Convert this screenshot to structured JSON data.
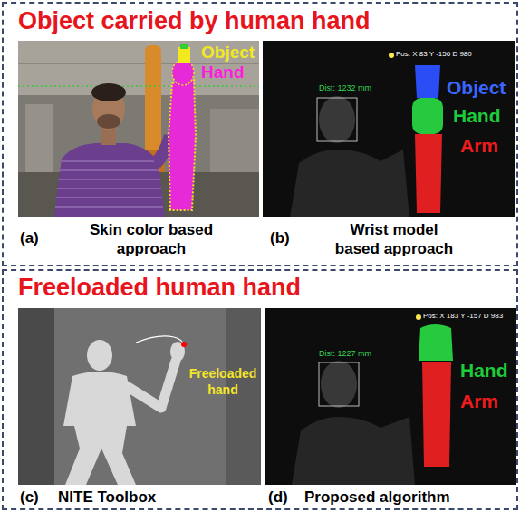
{
  "diagram": {
    "nodes": [
      {
        "text": [
          "Object carried by human hand"
        ]
      },
      {
        "text": [
          "Object",
          "Hand"
        ],
        "in": 0
      },
      {
        "text": [
          "Pos: X 83 Y -156 D 980",
          "Dist: 1232 mm",
          "Object",
          "Hand",
          "Arm"
        ],
        "in": 0
      },
      {
        "text": [
          "Freeloaded human hand"
        ]
      },
      {
        "text": [
          "Freeloaded hand"
        ],
        "in": 3
      },
      {
        "text": [
          "Pos: X 183 Y -157 D 983",
          "Dist: 1227 mm",
          "Hand",
          "Arm"
        ],
        "in": 3
      }
    ],
    "labels": [
      "(a)",
      "Skin color based approach",
      "(b)",
      "Wrist model based approach",
      "(c)",
      "NITE Toolbox",
      "(d)",
      "Proposed algorithm"
    ]
  }
}
